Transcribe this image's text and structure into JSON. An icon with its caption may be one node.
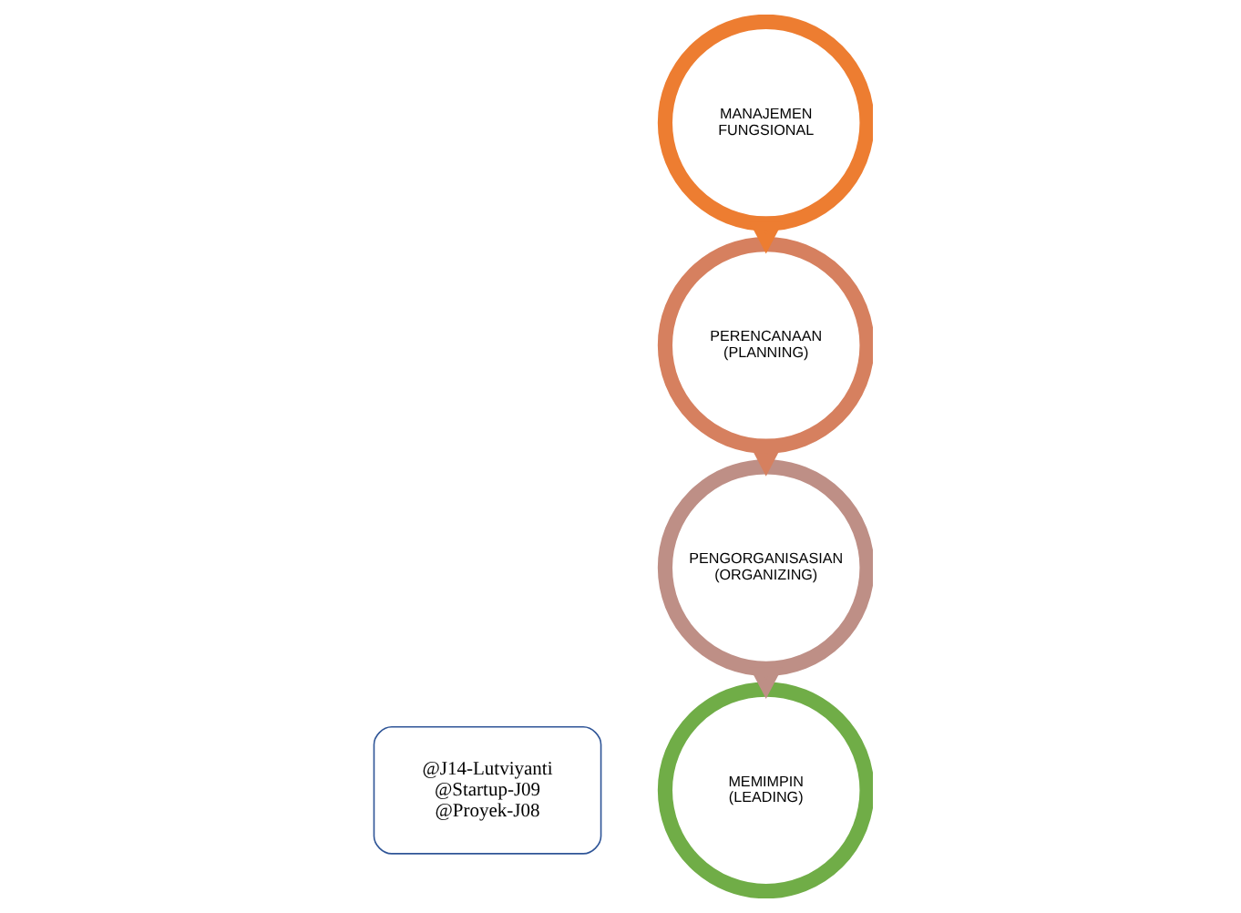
{
  "diagram": {
    "nodes": [
      {
        "text": [
          "MANAJEMEN FUNGSIONAL"
        ]
      },
      {
        "text": [
          "PERENCANAAN (PLANNING)"
        ]
      },
      {
        "text": [
          "PENGORGANISASIAN (ORGANIZING)"
        ]
      },
      {
        "text": [
          "MEMIMPIN (LEADING)"
        ]
      },
      {
        "text": [
          "@J14-Lutviyanti",
          "@Startup-J09",
          "@Proyek-J08"
        ]
      }
    ],
    "edges": [
      {
        "from": 0,
        "to": 1,
        "arrow": "to"
      },
      {
        "from": 1,
        "to": 2,
        "arrow": "to"
      },
      {
        "from": 2,
        "to": 3,
        "arrow": "to"
      }
    ]
  }
}
